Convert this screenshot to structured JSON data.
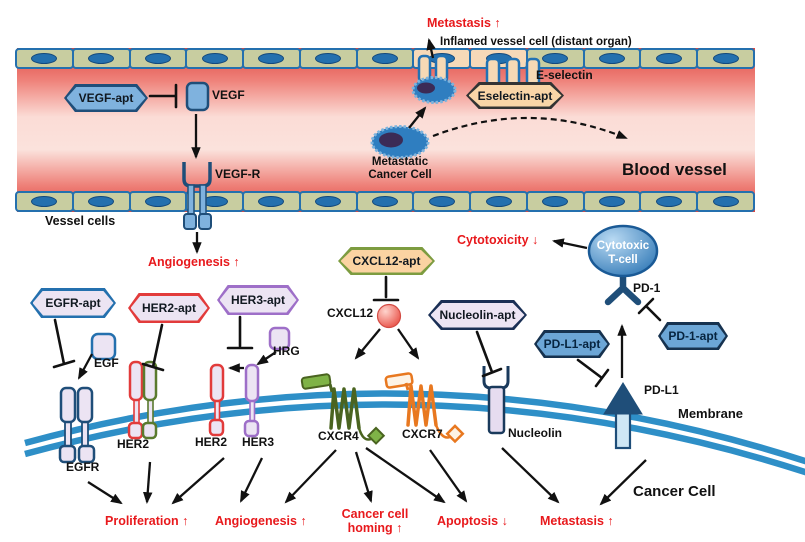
{
  "colors": {
    "red_text": "#e8191c",
    "membrane_blue": "#2e8fc7",
    "vessel_red": "#dd4541",
    "wall_cell": "#c8cda0",
    "inflamed_cell": "#f6d9b8",
    "aptamer_blue": "#7fb2de",
    "aptamer_lavender": "#ece4f3",
    "aptamer_peach": "#fbd3a2",
    "tcell_blue": "#2f77b5"
  },
  "vessel": {
    "label": "Blood vessel",
    "wall_label": "Vessel cells",
    "vegf_apt": "VEGF-apt",
    "vegf": "VEGF",
    "vegf_r": "VEGF-R",
    "angiogenesis": "Angiogenesis ↑",
    "metastasis_top": "Metastasis ↑",
    "inflamed": "Inflamed vessel cell (distant organ)",
    "e_selectin": "E-selectin",
    "eselectin_apt": "Eselectin-apt",
    "metastatic_line1": "Metastatic",
    "metastatic_line2": "Cancer Cell"
  },
  "cell": {
    "label": "Cancer Cell",
    "membrane": "Membrane",
    "egfr_apt": "EGFR-apt",
    "her2_apt": "HER2-apt",
    "her3_apt": "HER3-apt",
    "egf": "EGF",
    "hrg": "HRG",
    "egfr": "EGFR",
    "her2_pair": "HER2",
    "her2_single": "HER2",
    "her3": "HER3",
    "cxcl12_apt": "CXCL12-apt",
    "cxcl12": "CXCL12",
    "cxcr4": "CXCR4",
    "cxcr7": "CXCR7",
    "nucleolin_apt": "Nucleolin-apt",
    "nucleolin": "Nucleolin",
    "pd_l1_apt": "PD-L1-apt",
    "pd_1_apt": "PD-1-apt",
    "pd_1": "PD-1",
    "pd_l1": "PD-L1",
    "t_cell_line1": "Cytotoxic",
    "t_cell_line2": "T-cell",
    "cytotoxicity": "Cytotoxicity ↓"
  },
  "outcomes": {
    "proliferation": "Proliferation ↑",
    "angiogenesis": "Angiogenesis ↑",
    "homing_line1": "Cancer cell",
    "homing_line2": "homing ↑",
    "apoptosis": "Apoptosis ↓",
    "metastasis": "Metastasis ↑"
  }
}
